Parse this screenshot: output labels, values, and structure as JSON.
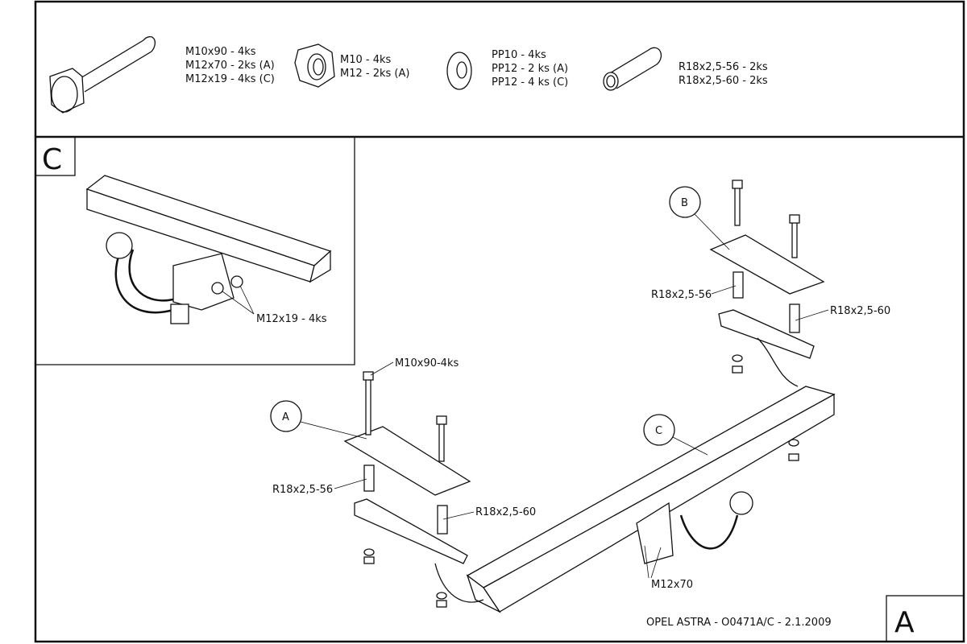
{
  "parts_list": {
    "bolts": [
      "M10x90 - 4ks",
      "M12x70 - 2ks (A)",
      "M12x19 - 4ks (C)"
    ],
    "nuts": [
      "M10 - 4ks",
      "M12 - 2ks (A)"
    ],
    "washers": [
      "PP10 - 4ks",
      "PP12 - 2 ks (A)",
      "PP12 - 4 ks (C)"
    ],
    "spacers": [
      "R18x2,5-56 - 2ks",
      "R18x2,5-60 - 2ks"
    ]
  },
  "detail_view": {
    "letter": "C",
    "bolt_label": "M12x19 - 4ks"
  },
  "main_view": {
    "callout_a": "A",
    "callout_b": "B",
    "callout_c": "C",
    "bolt_label": "M10x90-4ks",
    "spacer_a56": "R18x2,5-56",
    "spacer_a60": "R18x2,5-60",
    "spacer_b56": "R18x2,5-56",
    "spacer_b60": "R18x2,5-60",
    "bracket_bolt": "M12x70"
  },
  "title_block": {
    "title": "OPEL ASTRA  - O0471A/C - 2.1.2009",
    "sheet_letter": "A"
  }
}
